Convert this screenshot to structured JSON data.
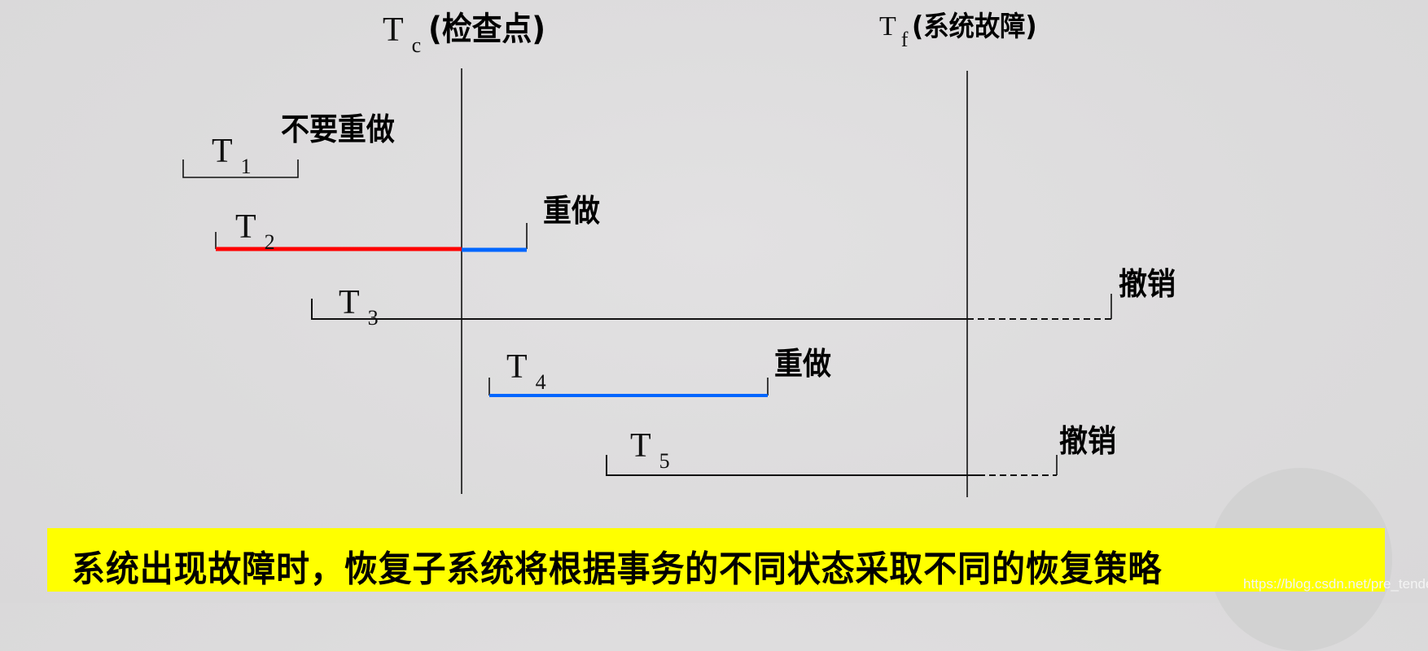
{
  "checkpoint": {
    "symbol": "T",
    "sub": "c",
    "label": "(检查点)"
  },
  "failure": {
    "symbol": "T",
    "sub": "f",
    "label": "(系统故障)"
  },
  "transactions": [
    {
      "symbol": "T",
      "sub": "1",
      "action": "不要重做"
    },
    {
      "symbol": "T",
      "sub": "2",
      "action": "重做"
    },
    {
      "symbol": "T",
      "sub": "3",
      "action": "撤销"
    },
    {
      "symbol": "T",
      "sub": "4",
      "action": "重做"
    },
    {
      "symbol": "T",
      "sub": "5",
      "action": "撤销"
    }
  ],
  "banner": {
    "text": "系统出现故障时，恢复子系统将根据事务的不同状态采取不同的恢复策略",
    "color": "#ffff00"
  },
  "watermark": "https://blog.csdn.net/pre_tender",
  "colors": {
    "before_checkpoint": "#ff0000",
    "after_checkpoint": "#0066ff",
    "line": "#111111"
  }
}
